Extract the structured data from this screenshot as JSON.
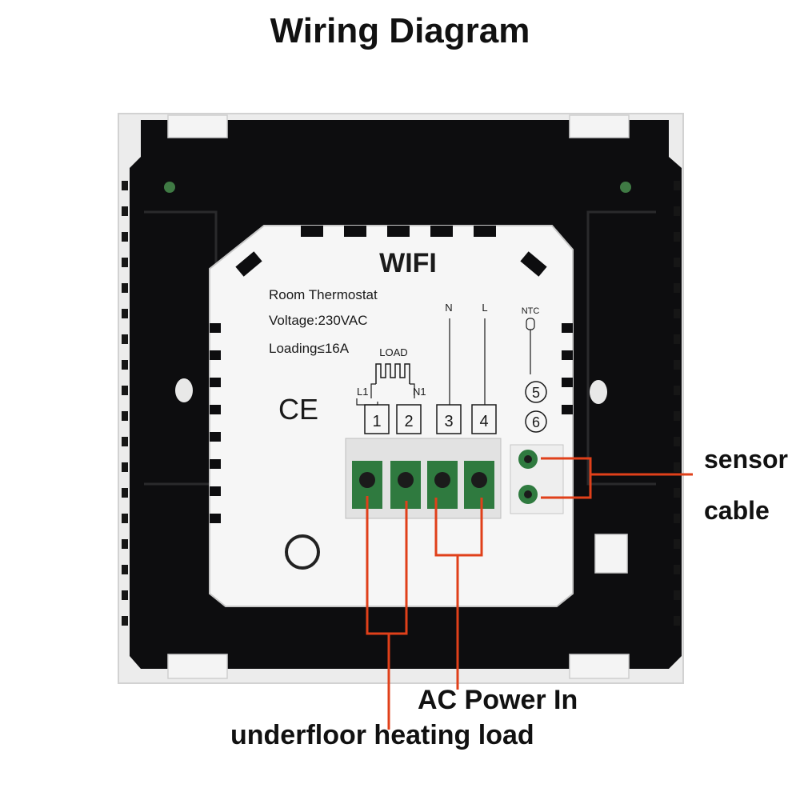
{
  "title": "Wiring Diagram",
  "module": {
    "brand": "WIFI",
    "line1": "Room Thermostat",
    "line2": "Voltage:230VAC",
    "line3": "Loading≤16A",
    "ce_mark": "CE",
    "load_label": "LOAD",
    "l1": "L1",
    "n1": "N1",
    "n": "N",
    "l": "L",
    "ntc": "NTC",
    "terminals": [
      "1",
      "2",
      "3",
      "4"
    ],
    "sensor_terminals": [
      "5",
      "6"
    ]
  },
  "callouts": {
    "sensor_line1": "sensor",
    "sensor_line2": "cable",
    "ac_power": "AC Power In",
    "heating_load": "underfloor heating load"
  },
  "colors": {
    "callout_line": "#e0401a",
    "frame": "#ececec",
    "back_plate": "#0d0d0f",
    "module": "#f6f6f6",
    "terminal_block": "#2f7a3f"
  }
}
